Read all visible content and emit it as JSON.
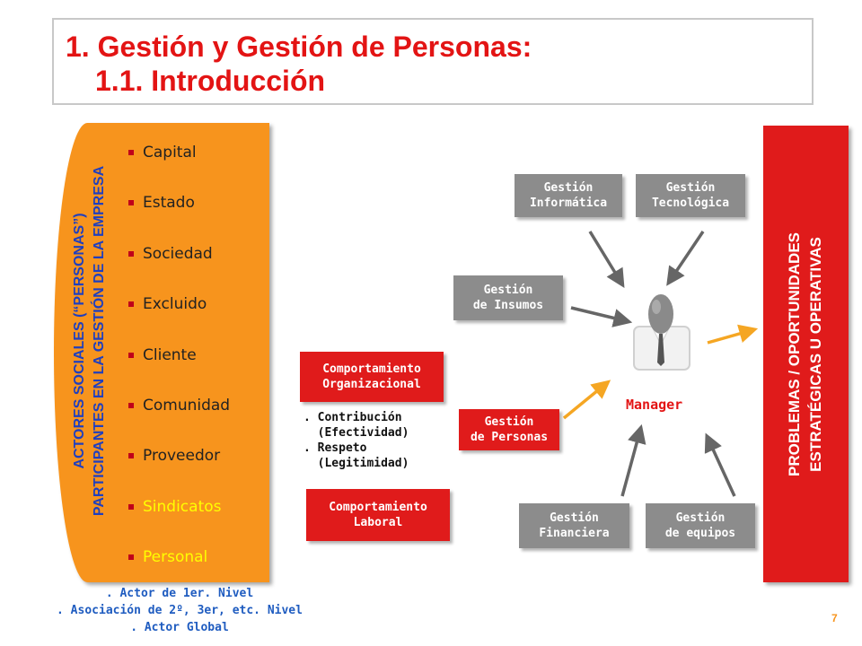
{
  "title": {
    "line1": "1. Gestión y Gestión de Personas:",
    "line2": "1.1. Introducción"
  },
  "left_panel": {
    "vertical_line1": "ACTORES SOCIALES (“PERSONAS”)",
    "vertical_line2": "PARTICIPANTES EN LA GESTIÓN DE LA EMPRESA",
    "items": [
      {
        "label": "Capital"
      },
      {
        "label": "Estado"
      },
      {
        "label": "Sociedad"
      },
      {
        "label": "Excluido"
      },
      {
        "label": "Cliente"
      },
      {
        "label": "Comunidad"
      },
      {
        "label": "Proveedor"
      },
      {
        "label": "Sindicatos"
      },
      {
        "label": "Personal"
      }
    ]
  },
  "levels": [
    ". Actor de 1er. Nivel",
    ". Asociación de 2º, 3er, etc. Nivel",
    ". Actor Global"
  ],
  "behaviour": {
    "organizational": "Comportamiento\nOrganizacional",
    "bullets": ". Contribución\n  (Efectividad)\n. Respeto\n  (Legitimidad)",
    "labor": "Comportamiento\nLaboral"
  },
  "management_boxes": {
    "informatica": "Gestión\nInformática",
    "tecnologica": "Gestión\nTecnológica",
    "insumos": "Gestión\nde Insumos",
    "personas": "Gestión\nde Personas",
    "financiera": "Gestión\nFinanciera",
    "equipos": "Gestión\nde equipos"
  },
  "manager_label": "Manager",
  "right_panel": {
    "vertical_line1": "PROBLEMAS / OPORTUNIDADES",
    "vertical_line2": "ESTRATÉGICAS U OPERATIVAS"
  },
  "page_number": "7",
  "colors": {
    "title_red": "#e31414",
    "orange": "#f7941d",
    "red_box": "#e01b1b",
    "gray_box": "#8c8c8c",
    "blue_text": "#1f3fbf",
    "yellow_item": "#ffff00"
  }
}
